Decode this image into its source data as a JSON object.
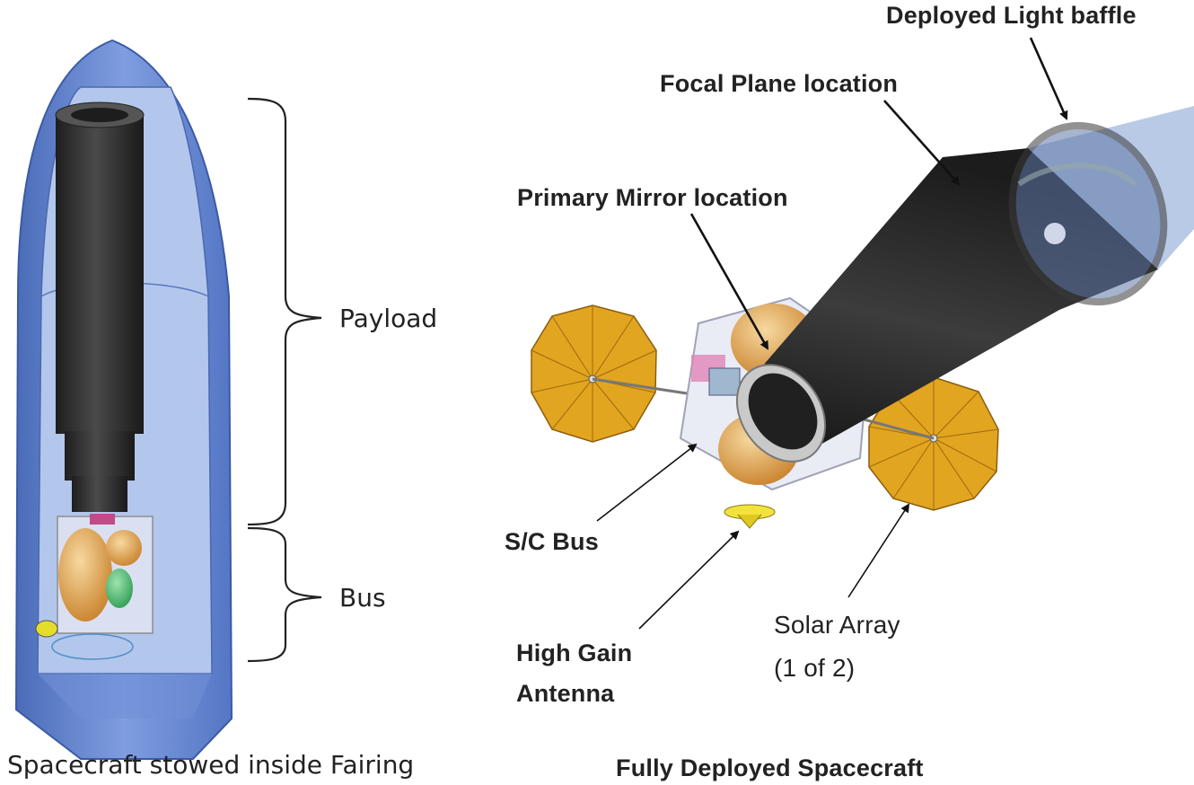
{
  "stowed": {
    "payload_label": "Payload",
    "bus_label": "Bus",
    "caption": "Spacecraft stowed inside Fairing"
  },
  "deployed": {
    "light_baffle_label": "Deployed Light baffle",
    "focal_plane_label": "Focal Plane location",
    "primary_mirror_label": "Primary Mirror location",
    "sc_bus_label": "S/C Bus",
    "hga_label_line1": "High Gain",
    "hga_label_line2": "Antenna",
    "solar_array_line1": "Solar Array",
    "solar_array_line2": "(1 of 2)",
    "caption": "Fully Deployed Spacecraft"
  },
  "colors": {
    "fairing": "#5d7fc9",
    "fairing_light": "#8ea8e0",
    "telescope": "#2b2b2b",
    "solar_panel": "#e0a020",
    "bus_frame": "#c8c8d8",
    "tank": "#e8a850"
  }
}
